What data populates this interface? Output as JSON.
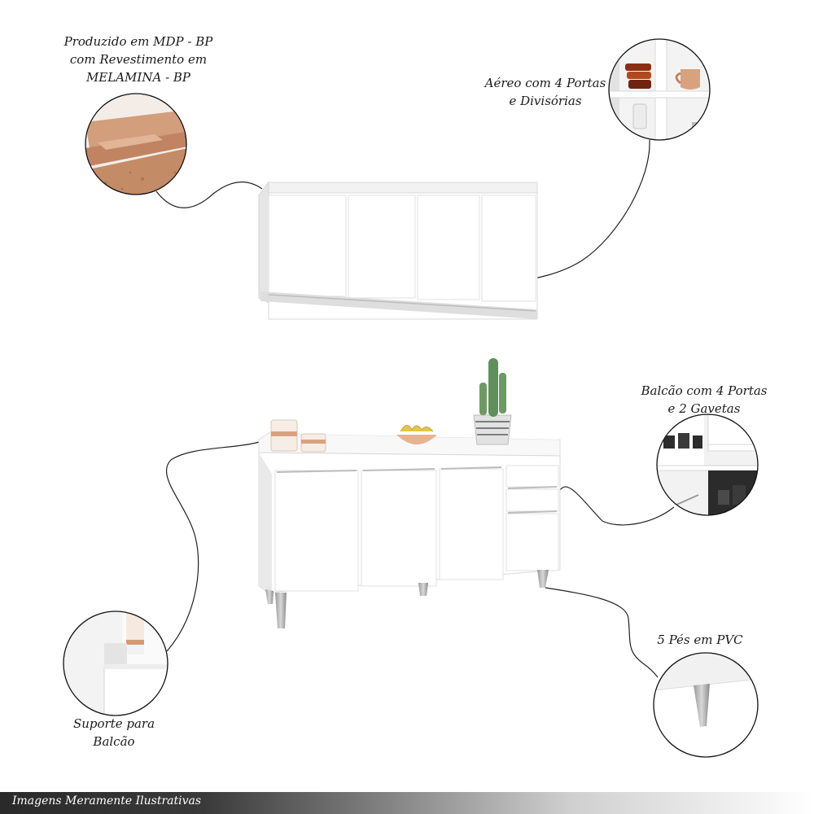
{
  "annotations": {
    "material": {
      "lines": [
        "Produzido em MDP - BP",
        "com Revestimento em",
        "MELAMINA - BP"
      ]
    },
    "upper_cabinet": {
      "lines": [
        "Aéreo com 4 Portas",
        "e Divisórias"
      ]
    },
    "counter": {
      "lines": [
        "Balcão com 4 Portas",
        "e 2 Gavetas"
      ]
    },
    "feet": {
      "lines": [
        "5 Pés em PVC"
      ]
    },
    "support": {
      "lines": [
        "Suporte para",
        "Balcão"
      ]
    }
  },
  "footer": {
    "text": "Imagens Meramente Ilustrativas"
  }
}
